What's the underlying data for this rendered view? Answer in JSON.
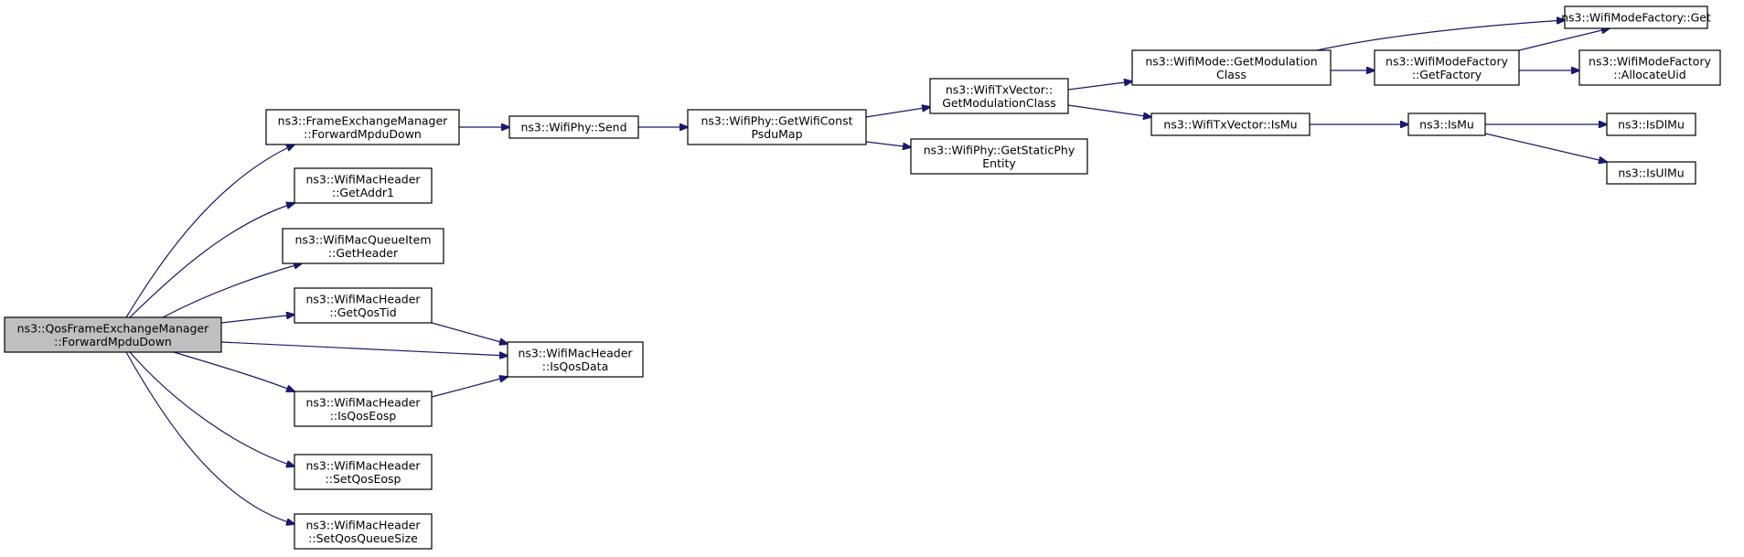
{
  "diagram": {
    "type": "doxygen-call-graph",
    "colors": {
      "edge": "#191970",
      "root_fill": "#bfbfbf",
      "node_fill": "#ffffff",
      "node_border": "#000000"
    },
    "nodes": [
      {
        "id": "root",
        "lines": [
          "ns3::QosFrameExchangeManager",
          "::ForwardMpduDown"
        ],
        "root": true
      },
      {
        "id": "fem_fwd",
        "lines": [
          "ns3::FrameExchangeManager",
          "::ForwardMpduDown"
        ]
      },
      {
        "id": "getaddr1",
        "lines": [
          "ns3::WifiMacHeader",
          "::GetAddr1"
        ]
      },
      {
        "id": "getheader",
        "lines": [
          "ns3::WifiMacQueueItem",
          "::GetHeader"
        ]
      },
      {
        "id": "getqostid",
        "lines": [
          "ns3::WifiMacHeader",
          "::GetQosTid"
        ]
      },
      {
        "id": "isqosdata",
        "lines": [
          "ns3::WifiMacHeader",
          "::IsQosData"
        ]
      },
      {
        "id": "isqoseosp",
        "lines": [
          "ns3::WifiMacHeader",
          "::IsQosEosp"
        ]
      },
      {
        "id": "setqoseosp",
        "lines": [
          "ns3::WifiMacHeader",
          "::SetQosEosp"
        ]
      },
      {
        "id": "setqosqs",
        "lines": [
          "ns3::WifiMacHeader",
          "::SetQosQueueSize"
        ]
      },
      {
        "id": "phy_send",
        "lines": [
          "ns3::WifiPhy::Send"
        ]
      },
      {
        "id": "phy_psdu",
        "lines": [
          "ns3::WifiPhy::GetWifiConst",
          "PsduMap"
        ]
      },
      {
        "id": "txv_gmc",
        "lines": [
          "ns3::WifiTxVector::",
          "GetModulationClass"
        ]
      },
      {
        "id": "phy_static",
        "lines": [
          "ns3::WifiPhy::GetStaticPhy",
          "Entity"
        ]
      },
      {
        "id": "mode_gmc",
        "lines": [
          "ns3::WifiMode::GetModulation",
          "Class"
        ]
      },
      {
        "id": "txv_ismu",
        "lines": [
          "ns3::WifiTxVector::IsMu"
        ]
      },
      {
        "id": "mf_get",
        "lines": [
          "ns3::WifiModeFactory::Get"
        ]
      },
      {
        "id": "mf_getfactory",
        "lines": [
          "ns3::WifiModeFactory",
          "::GetFactory"
        ]
      },
      {
        "id": "mf_alloc",
        "lines": [
          "ns3::WifiModeFactory",
          "::AllocateUid"
        ]
      },
      {
        "id": "ismu",
        "lines": [
          "ns3::IsMu"
        ]
      },
      {
        "id": "isdlmu",
        "lines": [
          "ns3::IsDlMu"
        ]
      },
      {
        "id": "isulmu",
        "lines": [
          "ns3::IsUlMu"
        ]
      }
    ],
    "edges": [
      [
        "root",
        "fem_fwd"
      ],
      [
        "root",
        "getaddr1"
      ],
      [
        "root",
        "getheader"
      ],
      [
        "root",
        "getqostid"
      ],
      [
        "root",
        "isqosdata"
      ],
      [
        "root",
        "isqoseosp"
      ],
      [
        "root",
        "setqoseosp"
      ],
      [
        "root",
        "setqosqs"
      ],
      [
        "getqostid",
        "isqosdata"
      ],
      [
        "isqoseosp",
        "isqosdata"
      ],
      [
        "fem_fwd",
        "phy_send"
      ],
      [
        "phy_send",
        "phy_psdu"
      ],
      [
        "phy_psdu",
        "txv_gmc"
      ],
      [
        "phy_psdu",
        "phy_static"
      ],
      [
        "txv_gmc",
        "mode_gmc"
      ],
      [
        "txv_gmc",
        "txv_ismu"
      ],
      [
        "mode_gmc",
        "mf_get"
      ],
      [
        "mode_gmc",
        "mf_getfactory"
      ],
      [
        "mf_getfactory",
        "mf_get"
      ],
      [
        "mf_getfactory",
        "mf_alloc"
      ],
      [
        "txv_ismu",
        "ismu"
      ],
      [
        "ismu",
        "isdlmu"
      ],
      [
        "ismu",
        "isulmu"
      ]
    ]
  }
}
